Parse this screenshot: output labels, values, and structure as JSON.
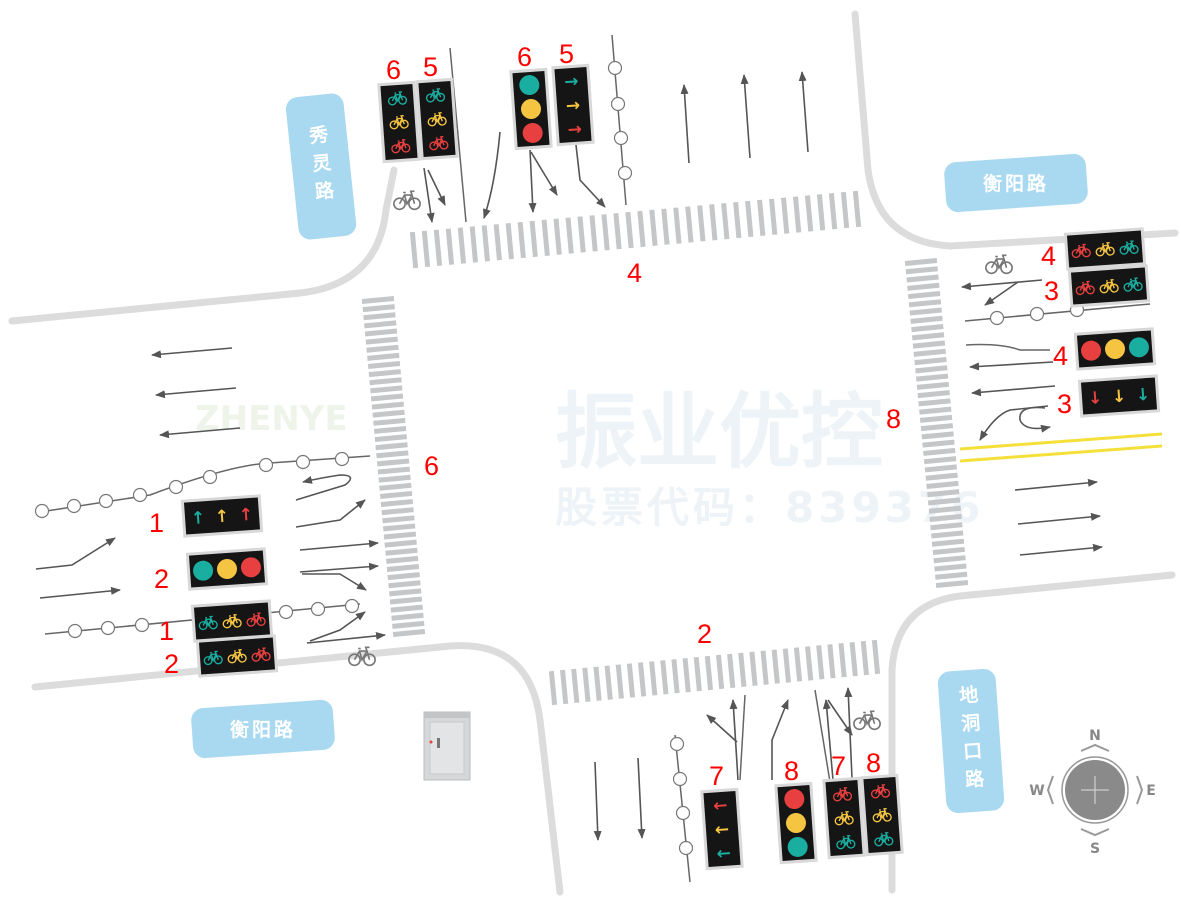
{
  "watermark": {
    "brand": "振业优控",
    "stock": "股票代码：839376",
    "logo": "ZHENYE"
  },
  "roads": {
    "north": "秀灵路",
    "east": "衡阳路",
    "west": "衡阳路",
    "south": "地洞口路"
  },
  "compass": {
    "n": "N",
    "e": "E",
    "s": "S",
    "w": "W"
  },
  "colors": {
    "green": "#1aaea0",
    "yellow": "#f5c542",
    "red": "#e84040",
    "road_label": "#a9d9f1",
    "curb": "#dcdcdc",
    "crosswalk": "#c4c6c8",
    "center_line": "#f5e03a"
  },
  "phase_labels": {
    "north_crosswalk": "4",
    "east_crosswalk": "8",
    "west_crosswalk": "6",
    "south_crosswalk": "2",
    "n1": "6",
    "n2": "5",
    "n3": "6",
    "n4": "5",
    "e1": "4",
    "e2": "3",
    "e3": "4",
    "e4": "3",
    "w1": "1",
    "w2": "2",
    "w3": "1",
    "w4": "2",
    "s1": "7",
    "s2": "8",
    "s3": "7",
    "s4": "8"
  },
  "signals": [
    {
      "id": "n1",
      "kind": "bike",
      "lights": [
        "green",
        "yellow",
        "red"
      ]
    },
    {
      "id": "n2",
      "kind": "bike",
      "lights": [
        "green",
        "yellow",
        "red"
      ]
    },
    {
      "id": "n3",
      "kind": "round",
      "lights": [
        "green",
        "yellow",
        "red"
      ]
    },
    {
      "id": "n4",
      "kind": "arrow-right",
      "lights": [
        "green",
        "yellow",
        "red"
      ]
    },
    {
      "id": "e1",
      "kind": "bike",
      "lights": [
        "red",
        "yellow",
        "green"
      ]
    },
    {
      "id": "e2",
      "kind": "bike",
      "lights": [
        "red",
        "yellow",
        "green"
      ]
    },
    {
      "id": "e3",
      "kind": "round",
      "lights": [
        "red",
        "yellow",
        "green"
      ]
    },
    {
      "id": "e4",
      "kind": "arrow-down",
      "lights": [
        "red",
        "yellow",
        "green"
      ]
    },
    {
      "id": "w1",
      "kind": "arrow-up",
      "lights": [
        "green",
        "yellow",
        "red"
      ]
    },
    {
      "id": "w2",
      "kind": "round",
      "lights": [
        "green",
        "yellow",
        "red"
      ]
    },
    {
      "id": "w3",
      "kind": "bike",
      "lights": [
        "green",
        "yellow",
        "red"
      ]
    },
    {
      "id": "w4",
      "kind": "bike",
      "lights": [
        "green",
        "yellow",
        "red"
      ]
    },
    {
      "id": "s1",
      "kind": "arrow-left",
      "lights": [
        "red",
        "yellow",
        "green"
      ]
    },
    {
      "id": "s2",
      "kind": "round",
      "lights": [
        "red",
        "yellow",
        "green"
      ]
    },
    {
      "id": "s3",
      "kind": "bike",
      "lights": [
        "red",
        "yellow",
        "green"
      ]
    },
    {
      "id": "s4",
      "kind": "bike",
      "lights": [
        "red",
        "yellow",
        "green"
      ]
    }
  ]
}
